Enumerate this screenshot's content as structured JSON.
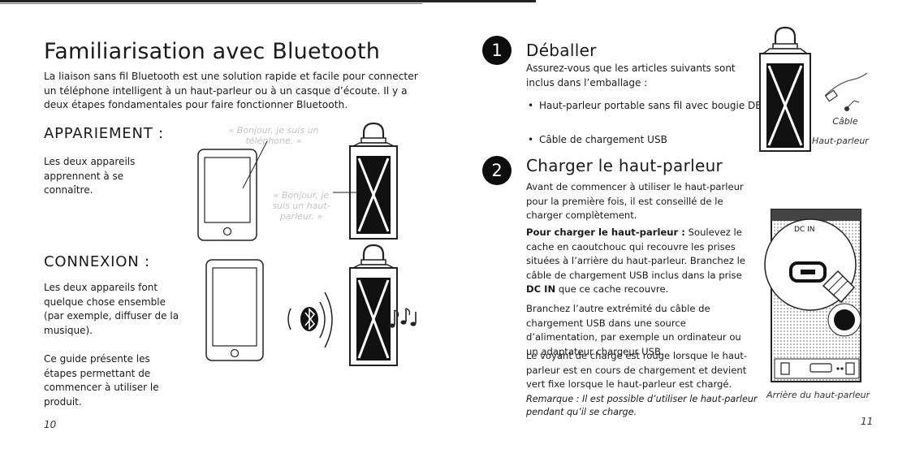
{
  "left_page": {
    "title": "Familiarisation avec Bluetooth",
    "intro": "La liaison sans fil Bluetooth est une solution rapide et facile pour connecter un téléphone intelligent à un haut-parleur ou à un casque d’écoute. Il y a deux étapes fondamentales pour faire fonctionner Bluetooth.",
    "pairing": {
      "heading": "APPARIEMENT :",
      "text": "Les deux appareils apprennent à se connaître.",
      "callout_phone": "« Bonjour, je suis un téléphone. »",
      "callout_speaker": "« Bonjour, je suis un haut-parleur. »"
    },
    "connection": {
      "heading": "CONNEXION :",
      "text": "Les deux appareils font quelque chose ensemble (par exemple, diffuser de la musique).",
      "guide": "Ce guide présente les étapes permettant de commencer à utiliser le produit."
    },
    "page_number": "10"
  },
  "right_page": {
    "step1": {
      "number": "1",
      "title": "Déballer",
      "text": "Assurez-vous que les articles suivants sont inclus dans l’emballage :",
      "items": [
        "Haut-parleur portable sans fil avec bougie DEL",
        "Câble de chargement USB"
      ],
      "label_cable": "Câble",
      "label_speaker": "Haut-parleur"
    },
    "step2": {
      "number": "2",
      "title": "Charger le haut-parleur",
      "text": "Avant de commencer à utiliser le haut-parleur pour la première fois, il est conseillé de le charger complètement.",
      "p1_bold": "Pour charger le haut-parleur :",
      "p1_a": " Soulevez le cache en caoutchouc qui recouvre les prises situées à l’arrière du haut-parleur. Branchez le câble de chargement USB inclus dans la prise ",
      "p1_bold2": "DC IN",
      "p1_b": " que ce cache recouvre.",
      "p2": "Branchez l’autre extrémité du câble de chargement USB dans une source d’alimentation, par exemple un ordinateur ou un adaptateur chargeur USB.",
      "p3": "Le voyant de charge est rouge lorsque le haut-parleur est en cours de chargement et devient vert fixe lorsque le haut-parleur est chargé.",
      "note": "Remarque : Il est possible d’utiliser le haut-parleur pendant qu’il se charge.",
      "dc_in_label": "DC IN",
      "back_caption": "Arrière du haut-parleur"
    },
    "page_number": "11"
  }
}
